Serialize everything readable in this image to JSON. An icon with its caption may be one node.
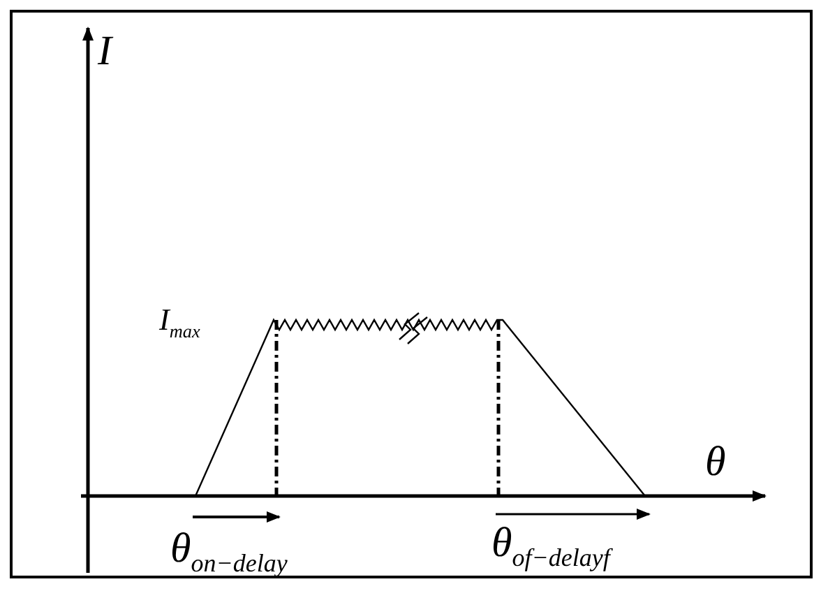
{
  "diagram": {
    "labels": [
      "I",
      "*I*$_{max}$",
      "θ",
      "θ$_{on−delay}$",
      "θ$_{of−delayf}$"
    ]
  }
}
